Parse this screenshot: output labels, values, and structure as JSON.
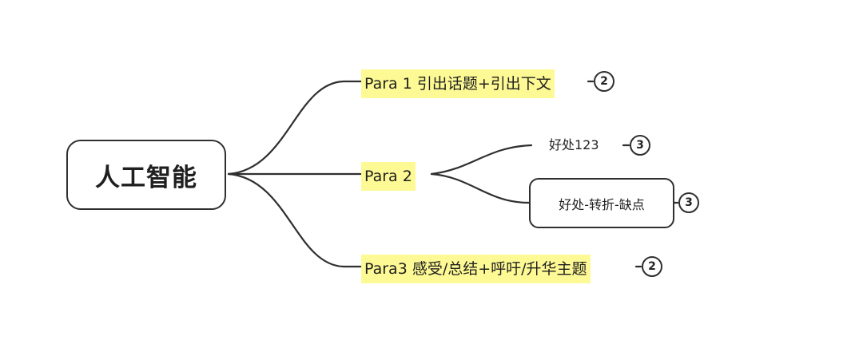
{
  "root": {
    "label": "人工智能"
  },
  "branches": [
    {
      "label": "Para 1 引出话题+引出下文",
      "badge": "2"
    },
    {
      "label": "Para 2"
    },
    {
      "label": "Para3  感受/总结+呼吁/升华主题",
      "badge": "2"
    }
  ],
  "sub_branches": [
    {
      "label": "好处123",
      "badge": "3"
    },
    {
      "label": "好处-转折-缺点",
      "badge": "3"
    }
  ],
  "colors": {
    "highlight": "#fdf994",
    "line": "#2f2f2f",
    "background": "#ffffff"
  }
}
